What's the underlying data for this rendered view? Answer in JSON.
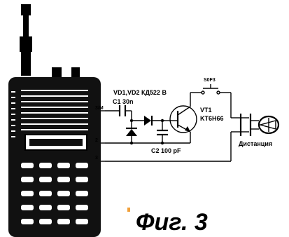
{
  "labels": {
    "diode_pair": "VD1,VD2 КД522 В",
    "c1": "C1 30n",
    "s1": "S0F3",
    "vt1_ref": "VT1",
    "vt1_type": "KT6H66",
    "c2": "C2 100 pF",
    "pin_3m": "3/M",
    "pin_2": "2",
    "pin_3": "3",
    "headphones": "Дистанция",
    "figure": "Фиг. 3"
  }
}
